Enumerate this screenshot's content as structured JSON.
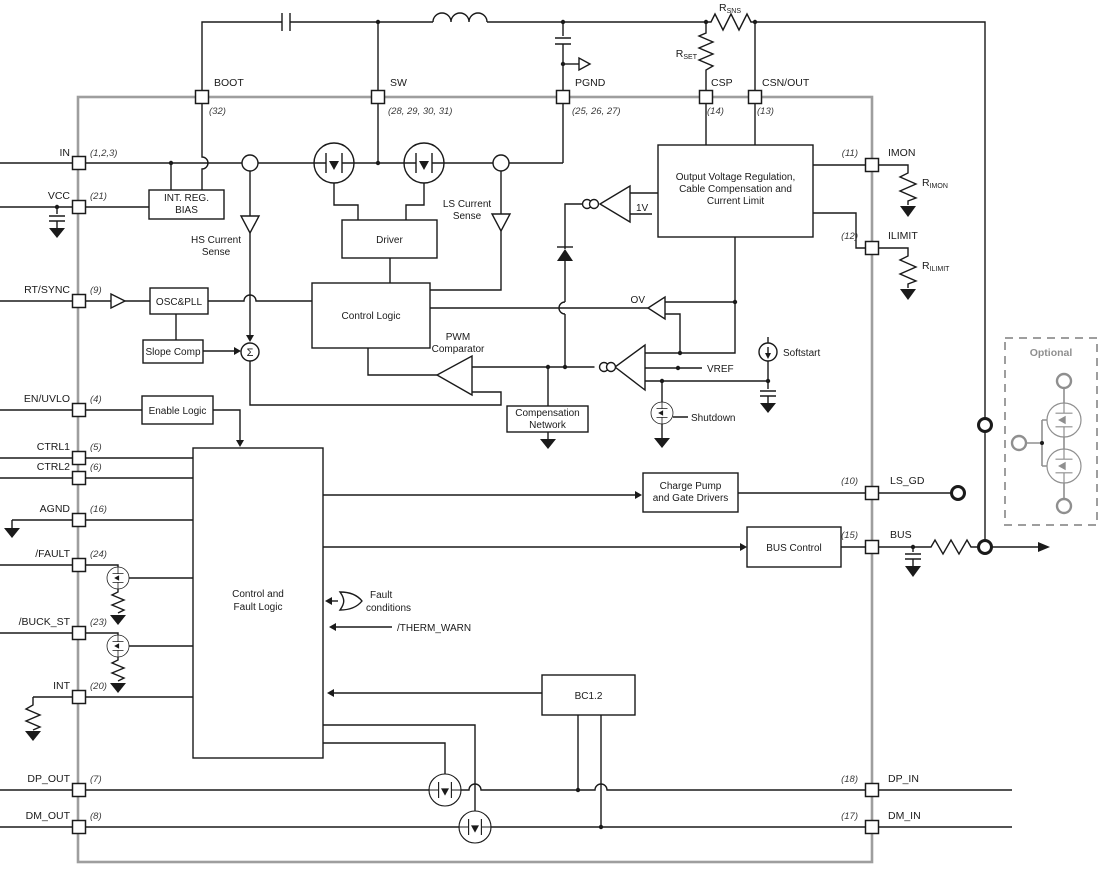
{
  "diagram": {
    "pins": {
      "top": [
        {
          "name": "BOOT",
          "num": "(32)"
        },
        {
          "name": "SW",
          "num": "(28, 29, 30, 31)"
        },
        {
          "name": "PGND",
          "num": "(25, 26, 27)"
        },
        {
          "name": "CSP",
          "num": "(14)"
        },
        {
          "name": "CSN/OUT",
          "num": "(13)"
        }
      ],
      "left": [
        {
          "name": "IN",
          "num": "(1,2,3)"
        },
        {
          "name": "VCC",
          "num": "(21)"
        },
        {
          "name": "RT/SYNC",
          "num": "(9)"
        },
        {
          "name": "EN/UVLO",
          "num": "(4)"
        },
        {
          "name": "CTRL1",
          "num": "(5)"
        },
        {
          "name": "CTRL2",
          "num": "(6)"
        },
        {
          "name": "AGND",
          "num": "(16)"
        },
        {
          "name": "/FAULT",
          "num": "(24)"
        },
        {
          "name": "/BUCK_ST",
          "num": "(23)"
        },
        {
          "name": "INT",
          "num": "(20)"
        },
        {
          "name": "DP_OUT",
          "num": "(7)"
        },
        {
          "name": "DM_OUT",
          "num": "(8)"
        }
      ],
      "right": [
        {
          "name": "IMON",
          "num": "(11)"
        },
        {
          "name": "ILIMIT",
          "num": "(12)"
        },
        {
          "name": "LS_GD",
          "num": "(10)"
        },
        {
          "name": "BUS",
          "num": "(15)"
        },
        {
          "name": "DP_IN",
          "num": "(18)"
        },
        {
          "name": "DM_IN",
          "num": "(17)"
        }
      ]
    },
    "blocks": {
      "bias": {
        "l1": "INT. REG.",
        "l2": "BIAS"
      },
      "osc": {
        "l1": "OSC&PLL"
      },
      "slope": {
        "l1": "Slope Comp"
      },
      "enable": {
        "l1": "Enable Logic"
      },
      "driver": {
        "l1": "Driver"
      },
      "control_logic": {
        "l1": "Control Logic"
      },
      "ovr": {
        "l1": "Output Voltage Regulation,",
        "l2": "Cable Compensation and",
        "l3": "Current Limit"
      },
      "comp_net": {
        "l1": "Compensation",
        "l2": "Network"
      },
      "cfl": {
        "l1": "Control and",
        "l2": "Fault Logic"
      },
      "charge_pump": {
        "l1": "Charge Pump",
        "l2": "and Gate Drivers"
      },
      "bus_control": {
        "l1": "BUS Control"
      },
      "bc12": {
        "l1": "BC1.2"
      }
    },
    "labels": {
      "hs1": "HS Current",
      "hs2": "Sense",
      "ls1": "LS Current",
      "ls2": "Sense",
      "pwm1": "PWM",
      "pwm2": "Comparator",
      "ov": "OV",
      "one_v": "1V",
      "vref": "VREF",
      "softstart": "Softstart",
      "shutdown": "Shutdown",
      "fault1": "Fault",
      "fault2": "conditions",
      "therm": "/THERM_WARN",
      "optional": "Optional",
      "sigma": "Σ"
    },
    "resistors": {
      "rsns": {
        "p": "R",
        "s": "SNS"
      },
      "rset": {
        "p": "R",
        "s": "SET"
      },
      "rimon": {
        "p": "R",
        "s": "IMON"
      },
      "rilimit": {
        "p": "R",
        "s": "ILIMIT"
      }
    }
  }
}
